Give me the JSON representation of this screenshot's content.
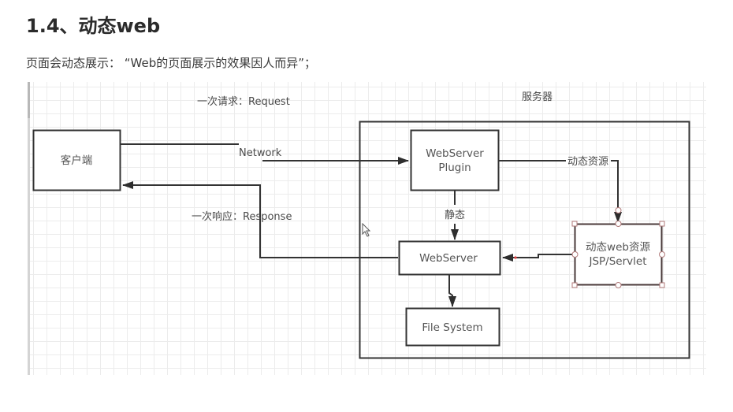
{
  "section": {
    "heading": "1.4、动态web",
    "intro": "页面会动态展示： “Web的页面展示的效果因人而异”；"
  },
  "diagram": {
    "labels": {
      "request": "一次请求：Request",
      "response": "一次响应：Response",
      "network": "Network",
      "server_group": "服务器",
      "static": "静态",
      "dynamic_resource": "动态资源"
    },
    "nodes": {
      "client": "客户端",
      "plugin_line1": "WebServer",
      "plugin_line2": "Plugin",
      "webserver": "WebServer",
      "filesystem": "File System",
      "dynamic_line1": "动态web资源",
      "dynamic_line2": "JSP/Servlet"
    },
    "colors": {
      "stroke": "#333333",
      "selection": "#b07a7a",
      "grid": "#ececec",
      "arrow_dot": "#e04040"
    }
  }
}
